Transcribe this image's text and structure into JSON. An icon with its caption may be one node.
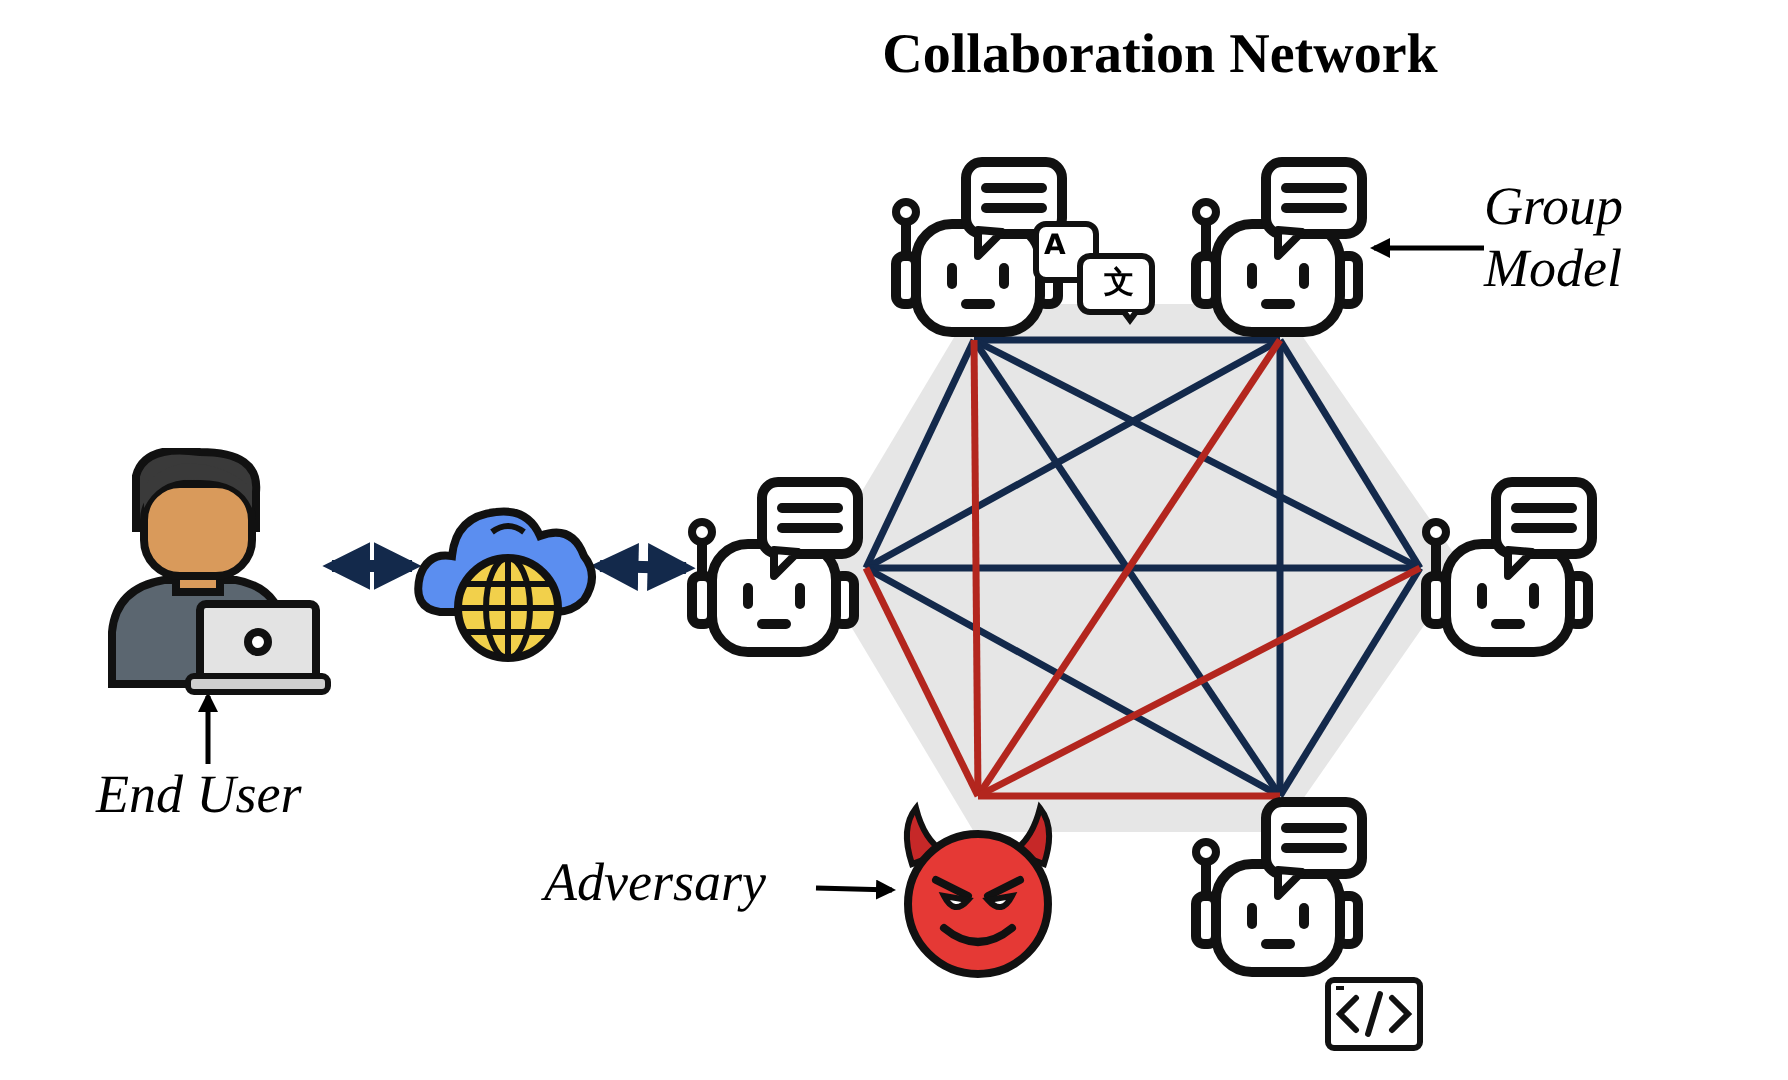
{
  "diagram": {
    "title": "Collaboration Network",
    "nodes": [
      {
        "text": [],
        "shape": "person"
      },
      {
        "text": [],
        "shape": "picture"
      },
      {
        "text": [],
        "shape": "picture"
      },
      {
        "text": [],
        "shape": "picture"
      },
      {
        "text": [],
        "shape": "picture"
      },
      {
        "text": [],
        "shape": "picture"
      },
      {
        "text": [],
        "shape": "picture"
      },
      {
        "text": [],
        "shape": "picture"
      },
      {
        "text": [
          "End User"
        ]
      },
      {
        "text": [
          "Adversary"
        ]
      },
      {
        "text": [
          "Group Model"
        ]
      }
    ],
    "edges": [
      {
        "from": 8,
        "to": 0,
        "arrow": "to",
        "color": "#000000"
      },
      {
        "from": 0,
        "to": 1,
        "arrow": "both"
      },
      {
        "from": 1,
        "to": 2,
        "arrow": "both"
      },
      {
        "from": 9,
        "to": 7,
        "arrow": "to",
        "color": "#000000"
      },
      {
        "from": 10,
        "to": 4,
        "arrow": "to",
        "color": "#000000"
      },
      {
        "from": 2,
        "to": 3,
        "arrow": "none"
      },
      {
        "from": 2,
        "to": 4,
        "arrow": "none"
      },
      {
        "from": 2,
        "to": 5,
        "arrow": "none"
      },
      {
        "from": 2,
        "to": 6,
        "arrow": "none"
      },
      {
        "from": 2,
        "to": 7,
        "arrow": "none",
        "color": "#b3261e"
      },
      {
        "from": 3,
        "to": 4,
        "arrow": "none"
      },
      {
        "from": 3,
        "to": 5,
        "arrow": "none"
      },
      {
        "from": 3,
        "to": 6,
        "arrow": "none"
      },
      {
        "from": 3,
        "to": 7,
        "arrow": "none",
        "color": "#b3261e"
      },
      {
        "from": 4,
        "to": 5,
        "arrow": "none"
      },
      {
        "from": 4,
        "to": 6,
        "arrow": "none"
      },
      {
        "from": 4,
        "to": 7,
        "arrow": "none",
        "color": "#b3261e"
      },
      {
        "from": 5,
        "to": 6,
        "arrow": "none"
      },
      {
        "from": 5,
        "to": 7,
        "arrow": "none",
        "color": "#b3261e"
      },
      {
        "from": 6,
        "to": 7,
        "arrow": "none",
        "color": "#b3261e"
      }
    ],
    "labels": [
      "A",
      "文"
    ]
  }
}
